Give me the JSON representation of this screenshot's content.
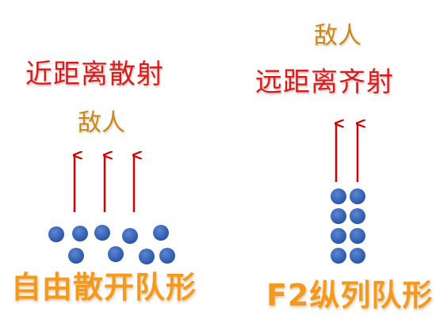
{
  "left": {
    "title": "近距离散射",
    "enemy_label": "敌人",
    "formation_label": "自由散开队形"
  },
  "right": {
    "enemy_label": "敌人",
    "title": "远距离齐射",
    "formation_label": "F2纵列队形"
  },
  "colors": {
    "arrow": "#d40000",
    "soldier": "#2f5fb2",
    "title": "#d81c1c",
    "enemy": "#c78a1e",
    "formation": "#f29a1e"
  }
}
